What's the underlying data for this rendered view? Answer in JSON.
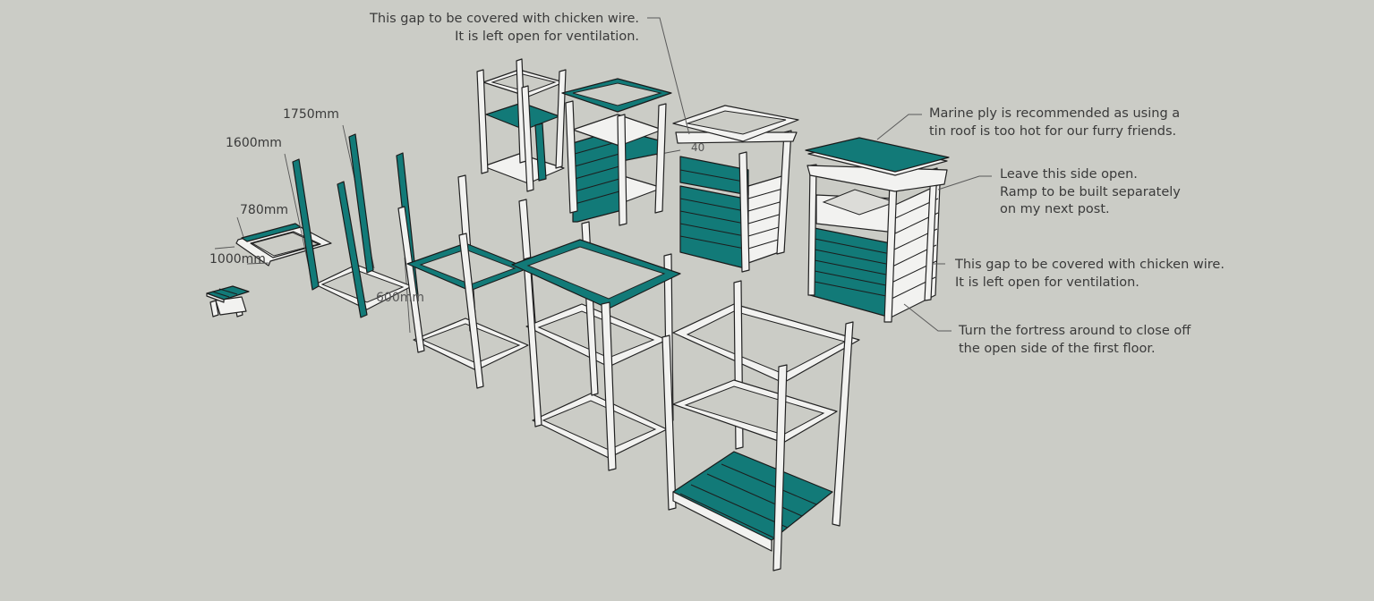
{
  "colors": {
    "background": "#cbccc6",
    "teal": "#127a78",
    "white_timber": "#f2f2f0",
    "outline": "#222222",
    "text": "#3a3a3a"
  },
  "dimensions": {
    "d1750": "1750mm",
    "d1600": "1600mm",
    "d780": "780mm",
    "d1000": "1000mm",
    "d600": "600mm",
    "d40": "40"
  },
  "annotations": {
    "top_gap": {
      "line1": "This gap to be covered with chicken wire.",
      "line2": "It is left open for ventilation."
    },
    "marine_ply": {
      "line1": "Marine ply is recommended as using a",
      "line2": "tin roof is too hot for our furry friends."
    },
    "open_side": {
      "line1": "Leave this side open.",
      "line2": "Ramp to be built separately",
      "line3": "on my next post."
    },
    "side_gap": {
      "line1": "This gap to be covered with chicken wire.",
      "line2": "It is left open for ventilation."
    },
    "turn_around": {
      "line1": "Turn the fortress around to close off",
      "line2": "the open side of the first floor."
    }
  },
  "assembly_stages": [
    {
      "id": "stool",
      "label": "small step stool"
    },
    {
      "id": "base-frame",
      "label": "base frame with dimensions"
    },
    {
      "id": "posts-frame",
      "label": "teal posts on base frame"
    },
    {
      "id": "frame-600",
      "label": "frame with teal top rails"
    },
    {
      "id": "frame-double",
      "label": "double-level frame with teal top rails"
    },
    {
      "id": "frame-floor",
      "label": "frame with teal floor boards"
    },
    {
      "id": "two-floor",
      "label": "two-floor slatted frame"
    },
    {
      "id": "teal-walls",
      "label": "frame with teal wall panels"
    },
    {
      "id": "cladding",
      "label": "cladded unit with top frame"
    },
    {
      "id": "finished",
      "label": "finished fortress with marine ply roof"
    }
  ]
}
